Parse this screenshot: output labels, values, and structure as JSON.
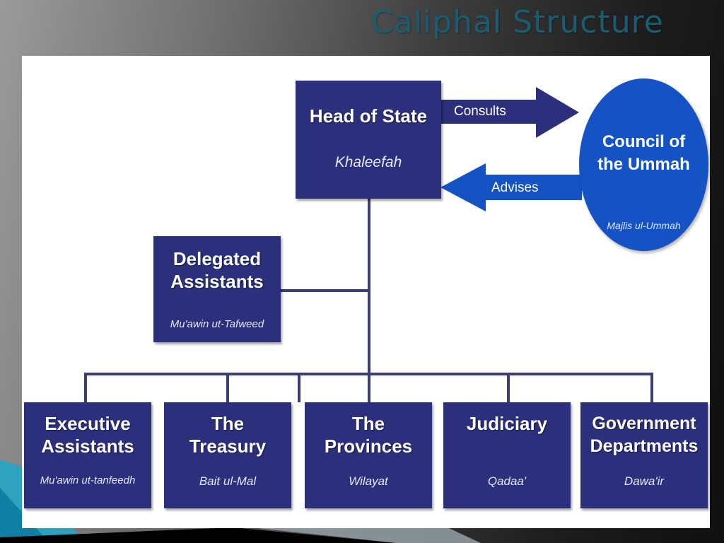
{
  "slide": {
    "title": "Caliphal Structure"
  },
  "diagram": {
    "head_of_state": {
      "title": "Head of State",
      "subtitle": "Khaleefah"
    },
    "council": {
      "title": "Council of\nthe Ummah",
      "subtitle": "Majlis ul-Ummah"
    },
    "consults_label": "Consults",
    "advises_label": "Advises",
    "delegated": {
      "title": "Delegated\nAssistants",
      "subtitle": "Mu'awin ut-Tafweed"
    },
    "units": [
      {
        "title": "Executive\nAssistants",
        "subtitle": "Mu'awin ut-tanfeedh"
      },
      {
        "title": "The\nTreasury",
        "subtitle": "Bait ul-Mal"
      },
      {
        "title": "The\nProvinces",
        "subtitle": "Wilayat"
      },
      {
        "title": "Judiciary",
        "subtitle": "Qadaa'"
      },
      {
        "title": "Government\nDepartments",
        "subtitle": "Dawa'ir"
      }
    ]
  },
  "colors": {
    "box": "#2c2f7b",
    "council": "#1553c4",
    "title": "#1b5d70"
  }
}
